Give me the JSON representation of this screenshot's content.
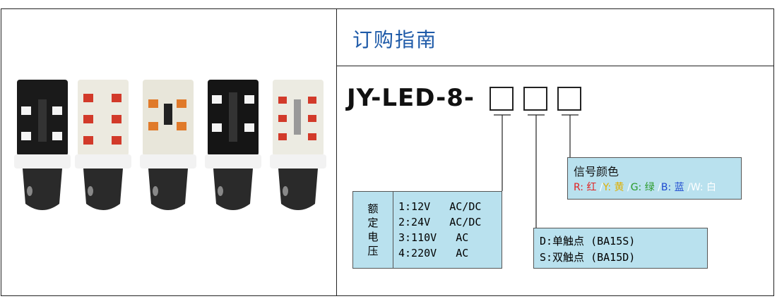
{
  "guide": {
    "title": "订购指南",
    "model_prefix": "JY-LED-8-"
  },
  "voltage": {
    "label_chars": [
      "额",
      "定",
      "电",
      "压"
    ],
    "rows": [
      "1:12V   AC/DC",
      "2:24V   AC/DC",
      "3:110V   AC",
      "4:220V   AC"
    ]
  },
  "contact": {
    "rows": [
      "D:单触点 (BA15S)",
      "S:双触点 (BA15D)"
    ]
  },
  "color": {
    "title": "信号颜色",
    "options": [
      {
        "code": "R:",
        "name": "红",
        "color": "#e02020",
        "sep": ""
      },
      {
        "code": "Y:",
        "name": "黄",
        "color": "#e0b000",
        "sep": "/"
      },
      {
        "code": "G:",
        "name": "绿",
        "color": "#2a9a2a",
        "sep": "/"
      },
      {
        "code": "B:",
        "name": "蓝",
        "color": "#1e4ad0",
        "sep": "/"
      },
      {
        "code": "W:",
        "name": "白",
        "color": "#ffffff",
        "sep": "/"
      }
    ]
  },
  "colors": {
    "title_blue": "#1e5aa8",
    "box_fill": "#b9e1ee"
  }
}
